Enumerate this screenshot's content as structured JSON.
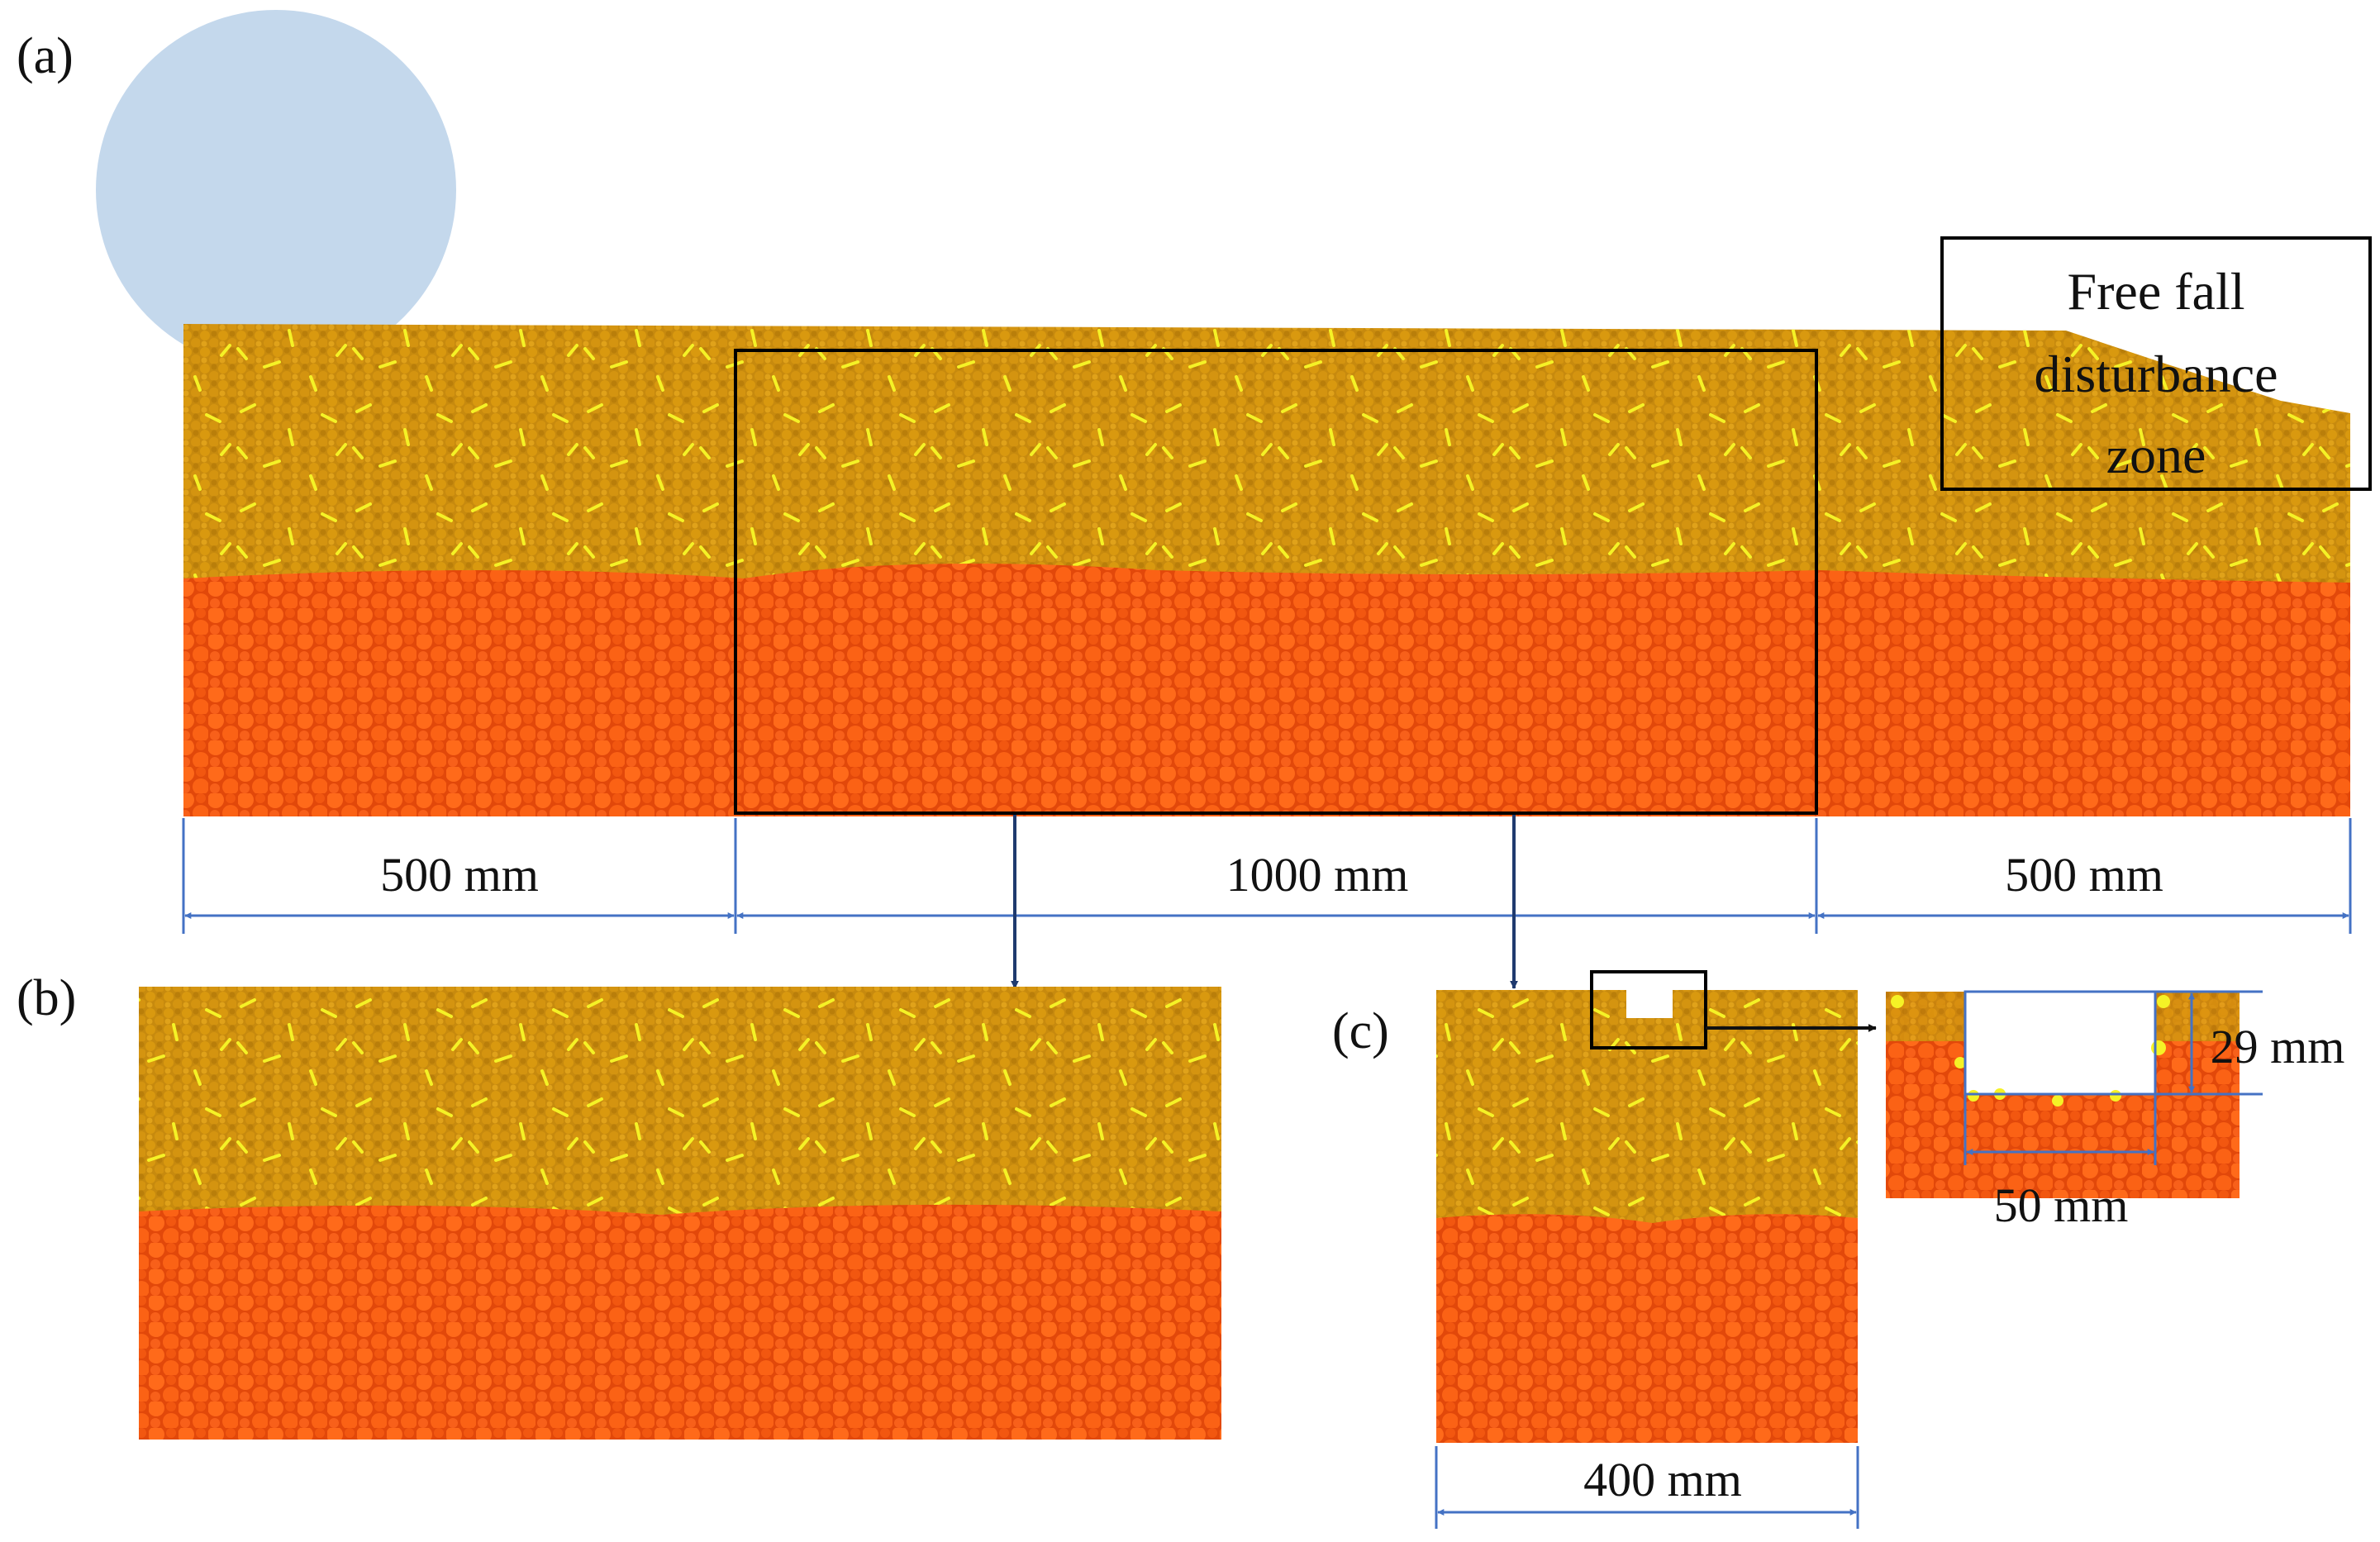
{
  "panels": {
    "a": "(a)",
    "b": "(b)",
    "c": "(c)"
  },
  "annotation": {
    "lines": [
      "Free fall",
      "disturbance",
      "zone"
    ]
  },
  "dimensions": {
    "left": "500 mm",
    "middle": "1000 mm",
    "right": "500 mm",
    "sample_width": "400 mm",
    "groove_depth": "29 mm",
    "groove_width": "50 mm"
  },
  "colors": {
    "upper_layer": "#c78a0e",
    "upper_particle": "#d9990f",
    "lower_layer": "#f04d0a",
    "lower_particle": "#ff6a1a",
    "fibers": "#f5f226",
    "roller": "#c4d8ec",
    "dimension_line": "#4472c4",
    "arrow": "#1f3a6e",
    "frame": "#000000"
  }
}
